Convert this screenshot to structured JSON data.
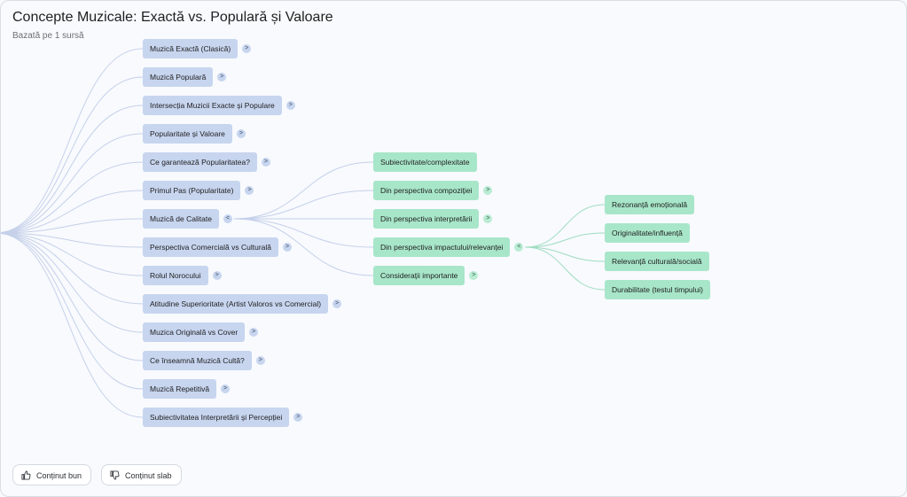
{
  "header": {
    "title": "Concepte Muzicale: Exactă vs. Populară și Valoare",
    "subtitle": "Bazată pe 1 sursă"
  },
  "level1": [
    {
      "label": "Muzică Exactă (Clasică)",
      "expand": ">"
    },
    {
      "label": "Muzică Populară",
      "expand": ">"
    },
    {
      "label": "Intersecția Muzicii Exacte și Populare",
      "expand": ">"
    },
    {
      "label": "Popularitate și Valoare",
      "expand": ">"
    },
    {
      "label": "Ce garantează Popularitatea?",
      "expand": ">"
    },
    {
      "label": "Primul Pas (Popularitate)",
      "expand": ">"
    },
    {
      "label": "Muzică de Calitate",
      "expand": "<"
    },
    {
      "label": "Perspectiva Comercială vs Culturală",
      "expand": ">"
    },
    {
      "label": "Rolul Norocului",
      "expand": ">"
    },
    {
      "label": "Atitudine Superioritate (Artist Valoros vs Comercial)",
      "expand": ">"
    },
    {
      "label": "Muzica Originală vs Cover",
      "expand": ">"
    },
    {
      "label": "Ce înseamnă Muzică Cultă?",
      "expand": ">"
    },
    {
      "label": "Muzică Repetitivă",
      "expand": ">"
    },
    {
      "label": "Subiectivitatea Interpretării și Percepției",
      "expand": ">"
    }
  ],
  "level2": [
    {
      "label": "Subiectivitate/complexitate",
      "expand": ""
    },
    {
      "label": "Din perspectiva compoziției",
      "expand": ">"
    },
    {
      "label": "Din perspectiva interpretării",
      "expand": ">"
    },
    {
      "label": "Din perspectiva impactului/relevanței",
      "expand": "<"
    },
    {
      "label": "Considerații importante",
      "expand": ">"
    }
  ],
  "level3": [
    {
      "label": "Rezonanță emoțională"
    },
    {
      "label": "Originalitate/influență"
    },
    {
      "label": "Relevanță culturală/socială"
    },
    {
      "label": "Durabilitate (testul timpului)"
    }
  ],
  "feedback": {
    "good": "Conținut bun",
    "bad": "Conținut slab"
  },
  "colors": {
    "level1_node": "#c7d5ef",
    "level2_node": "#a8e6c9",
    "link_blue": "#c5d0ea",
    "link_green": "#9fdcc0"
  }
}
